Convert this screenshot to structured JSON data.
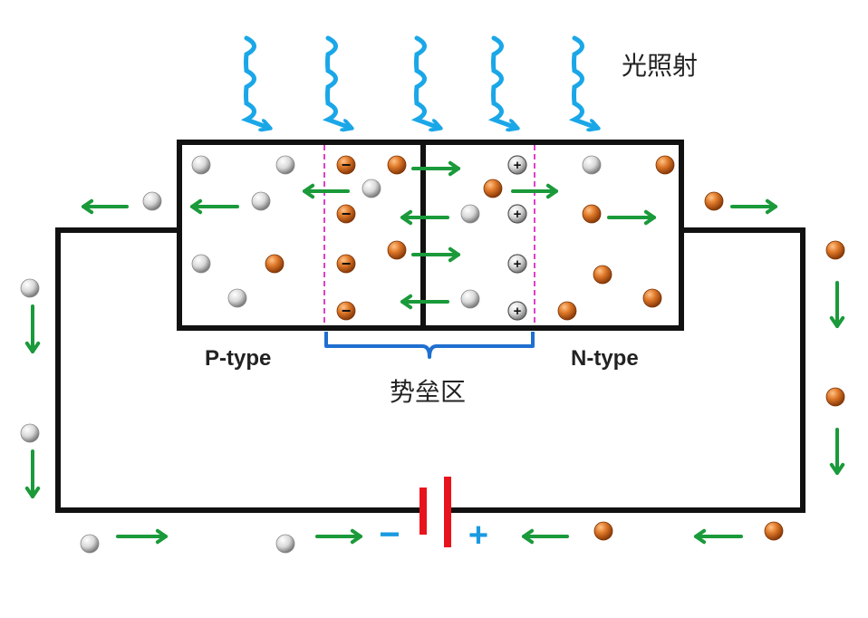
{
  "labels": {
    "light": "光照射",
    "p_type": "P-type",
    "n_type": "N-type",
    "depletion": "势垒区",
    "battery_minus": "−",
    "battery_plus": "+",
    "hole_sign": "+",
    "ion_neg_sign": "−"
  },
  "colors": {
    "wire": "#111111",
    "arrow": "#1a9a3a",
    "light": "#1aa7e8",
    "electron": "#d4661c",
    "hole": "#e2e2e2",
    "battery": "#e8141c",
    "battery_sign": "#1a9ae0",
    "depletion_line": "#e040c8",
    "brace": "#1f6fd0"
  },
  "icons": {
    "light_ray": "wavy-arrow-icon",
    "electron": "orange-sphere-icon",
    "hole": "gray-sphere-icon",
    "flow": "green-arrow-icon"
  }
}
